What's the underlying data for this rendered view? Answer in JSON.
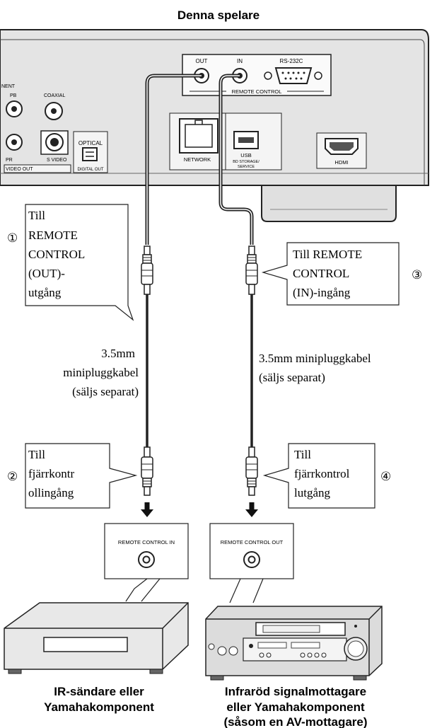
{
  "title": "Denna spelare",
  "player": {
    "ports": {
      "out": "OUT",
      "in": "IN",
      "rs232c": "RS-232C",
      "remote_control": "REMOTE CONTROL",
      "component_partial": "NENT",
      "pb": "PB",
      "coaxial": "COAXIAL",
      "pr": "PR",
      "s_video": "S VIDEO",
      "video_out": "VIDEO OUT",
      "optical": "OPTICAL",
      "digital_out": "DIGITAL OUT",
      "network": "NETWORK",
      "usb": "USB",
      "usb_sub1": "BD STORAGE/",
      "usb_sub2": "SERVICE",
      "hdmi": "HDMI"
    }
  },
  "callouts": [
    {
      "number": "①",
      "lines": [
        "Till",
        "REMOTE",
        "CONTROL",
        "(OUT)-",
        "utgång"
      ]
    },
    {
      "number": "②",
      "lines": [
        "Till",
        "fjärrkontr",
        "ollingång"
      ]
    },
    {
      "number": "③",
      "lines": [
        "Till REMOTE",
        "CONTROL",
        "(IN)-ingång"
      ]
    },
    {
      "number": "④",
      "lines": [
        "Till",
        "fjärrkontrol",
        "lutgång"
      ]
    }
  ],
  "cables": {
    "left": [
      "3.5mm",
      "minipluggkabel",
      "(säljs separat)"
    ],
    "right": [
      "3.5mm minipluggkabel",
      "(säljs separat)"
    ]
  },
  "jacks": {
    "left": "REMOTE CONTROL IN",
    "right": "REMOTE CONTROL OUT"
  },
  "devices": {
    "left": [
      "IR-sändare eller",
      "Yamahakomponent"
    ],
    "right": [
      "Infraröd signalmottagare",
      "eller Yamahakomponent",
      "(såsom en AV-mottagare)"
    ]
  }
}
